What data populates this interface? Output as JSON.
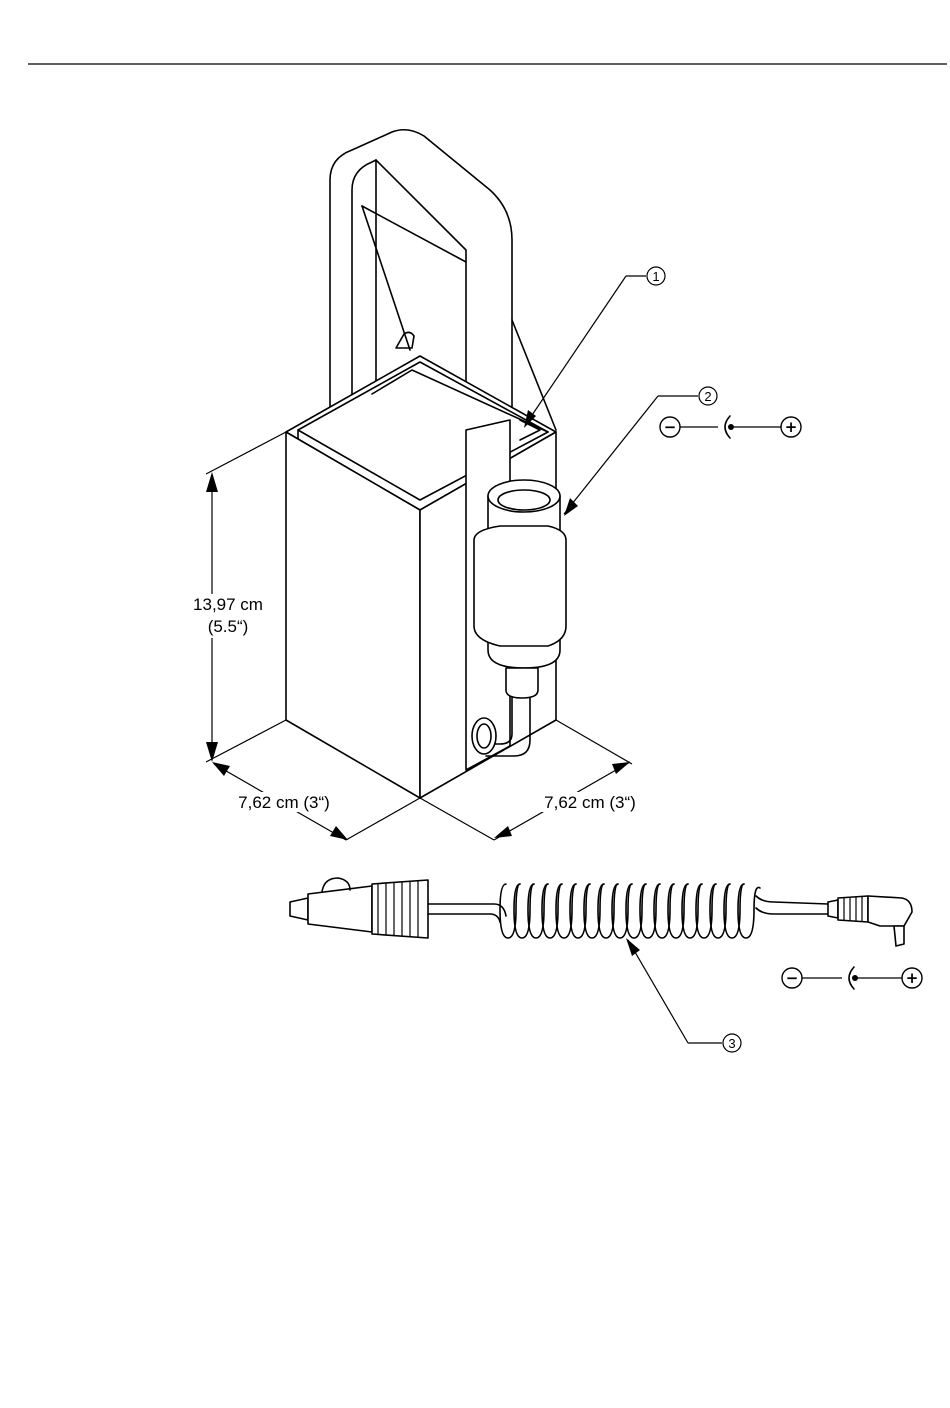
{
  "dimensions": {
    "height_metric": "13,97 cm",
    "height_imperial": "(5.5“)",
    "depth_left": "7,62 cm (3“)",
    "depth_right": "7,62 cm (3“)"
  },
  "callouts": [
    {
      "number": "1"
    },
    {
      "number": "2"
    },
    {
      "number": "3"
    }
  ],
  "polarity": {
    "minus": "−",
    "plus": "+"
  }
}
